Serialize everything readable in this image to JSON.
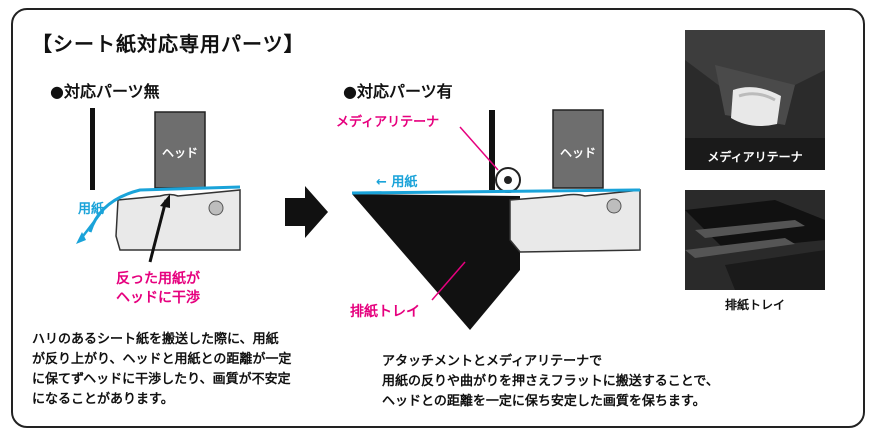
{
  "title": "【シート紙対応専用パーツ】",
  "without_parts": {
    "heading": "●対応パーツ無",
    "head_label": "ヘッド",
    "paper_label": "用紙",
    "callout_line1": "反った用紙が",
    "callout_line2": "ヘッドに干渉"
  },
  "with_parts": {
    "heading": "●対応パーツ有",
    "retainer_label": "メディアリテーナ",
    "head_label": "ヘッド",
    "paper_label": "← 用紙",
    "tray_label": "排紙トレイ"
  },
  "photos": [
    {
      "caption": "メディアリテーナ"
    },
    {
      "caption": "排紙トレイ"
    }
  ],
  "desc_left": [
    "ハリのあるシート紙を搬送した際に、用紙",
    "が反り上がり、ヘッドと用紙との距離が一定",
    "に保てずヘッドに干渉したり、画質が不安定",
    "になることがあります。"
  ],
  "desc_right": [
    "アタッチメントとメディアリテーナで",
    "用紙の反りや曲がりを押さえフラットに搬送することで、",
    "ヘッドとの距離を一定に保ち安定した画質を保ちます。"
  ],
  "colors": {
    "paper_blue": "#1aa3d9",
    "callout_pink": "#e6007e",
    "head_gray": "#6e6e6e",
    "tray_black": "#111111"
  }
}
